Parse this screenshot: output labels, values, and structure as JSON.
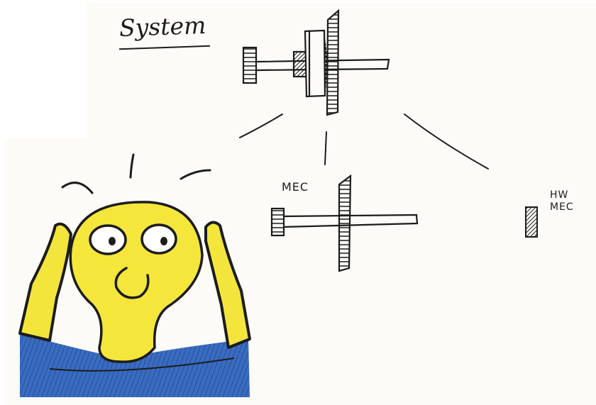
{
  "diagram": {
    "title": "System",
    "children": [
      {
        "label": "MEC"
      },
      {
        "label_line1": "HW",
        "label_line2": "MEC"
      }
    ]
  },
  "colors": {
    "ink": "#1c1c1c",
    "paper": "#fcfbf8",
    "face_yellow": "#f5e83a",
    "shirt_blue": "#2f5fb3"
  }
}
